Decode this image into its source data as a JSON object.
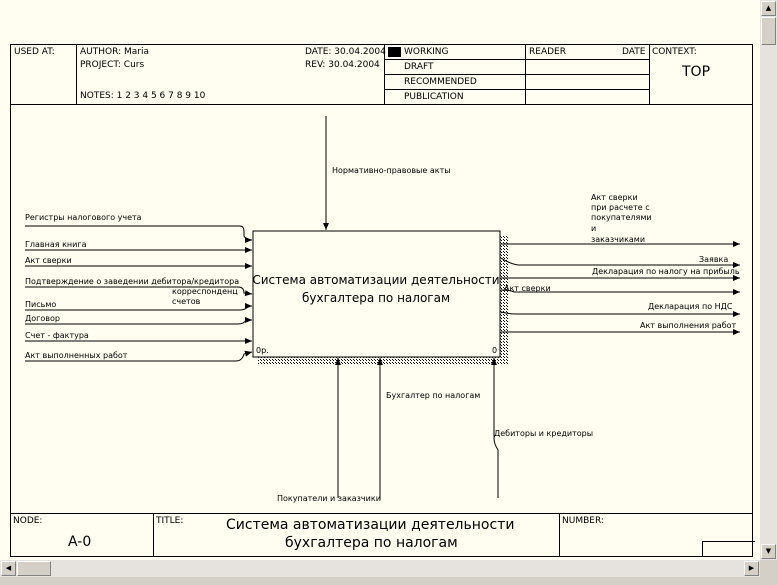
{
  "header": {
    "used_at": "USED AT:",
    "author": "AUTHOR:  Maria",
    "project": "PROJECT:  Curs",
    "notes": "NOTES:  1  2  3  4  5  6  7  8  9  10",
    "date": "DATE:  30.04.2004",
    "rev": "REV:   30.04.2004",
    "status": [
      "WORKING",
      "DRAFT",
      "RECOMMENDED",
      "PUBLICATION"
    ],
    "reader": "READER",
    "reader_date": "DATE",
    "context": "CONTEXT:",
    "context_value": "TOP"
  },
  "activity": {
    "title_line1": "Система автоматизации деятельности",
    "title_line2": "бухгалтера по налогам",
    "cost": "0р.",
    "number": "0"
  },
  "arrows": {
    "control": "Нормативно-правовые акты",
    "inputs": [
      "Регистры налогового учета",
      "Главная книга",
      "Акт сверки",
      "Подтверждение о заведении дебитора/кредитора",
      "Письмо",
      "Договор",
      "Счет - фактура",
      "Акт выполненных работ"
    ],
    "input_extra": [
      "корреспонденц",
      "счетов"
    ],
    "outputs_top": [
      "Акт сверки",
      "при расчете с",
      "покупателями",
      "и",
      "заказчиками"
    ],
    "outputs": [
      "Заявка",
      "Декларация по налогу на прибыль",
      "Акт сверки",
      "Декларация по НДС",
      "Акт выполнения работ"
    ],
    "mechanisms": [
      "Покупатели и заказчики",
      "Бухгалтер по налогам",
      "Дебиторы и кредиторы"
    ]
  },
  "footer": {
    "node_label": "NODE:",
    "node_value": "A-0",
    "title_label": "TITLE:",
    "title_line1": "Система автоматизации деятельности",
    "title_line2": "бухгалтера по налогам",
    "number_label": "NUMBER:"
  },
  "scroll": {
    "up": "▲",
    "down": "▼",
    "left": "◀",
    "right": "▶"
  }
}
